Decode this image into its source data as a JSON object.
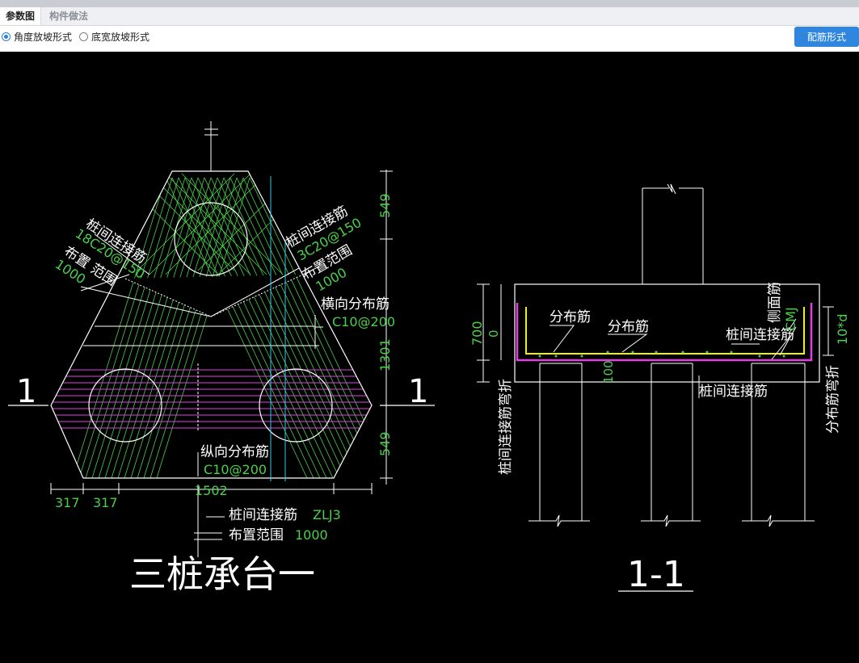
{
  "tabs": [
    "参数图",
    "构件做法"
  ],
  "options": {
    "angle": "角度放坡形式",
    "width": "底宽放坡形式",
    "button": "配筋形式"
  },
  "plan": {
    "title": "三桩承台一",
    "section_mark": "1",
    "left_label": {
      "name": "桩间连接筋",
      "spec": "18C20@150",
      "range_label": "布置 范围",
      "range": "1000"
    },
    "right_label": {
      "name": "桩间连接筋",
      "spec": "3C20@150",
      "range_label": "布置范围",
      "range": "1000"
    },
    "transverse": {
      "name": "横向分布筋",
      "spec": "C10@200"
    },
    "longitudinal": {
      "name": "纵向分布筋",
      "spec": "C10@200"
    },
    "bottom_label": {
      "name": "桩间连接筋",
      "spec": "ZLJ3",
      "range_label": "布置范围",
      "range": "1000"
    },
    "dims": {
      "right_top": "549",
      "right_mid": "1301",
      "right_bottom": "549",
      "width": "1502",
      "left1": "317",
      "left2": "317"
    }
  },
  "section": {
    "title": "1-1",
    "dist1": "分布筋",
    "dist2": "分布筋",
    "side": "侧面筋",
    "side_spec": "CMJ",
    "pile_link": "桩间连接筋",
    "pile_link2": "桩间连接筋",
    "dim_700": "700",
    "dim_0": "0",
    "dim_100": "100",
    "dim_10d": "10*d",
    "bend_left": "桩间连接筋弯折",
    "bend_right": "分布筋弯折"
  }
}
